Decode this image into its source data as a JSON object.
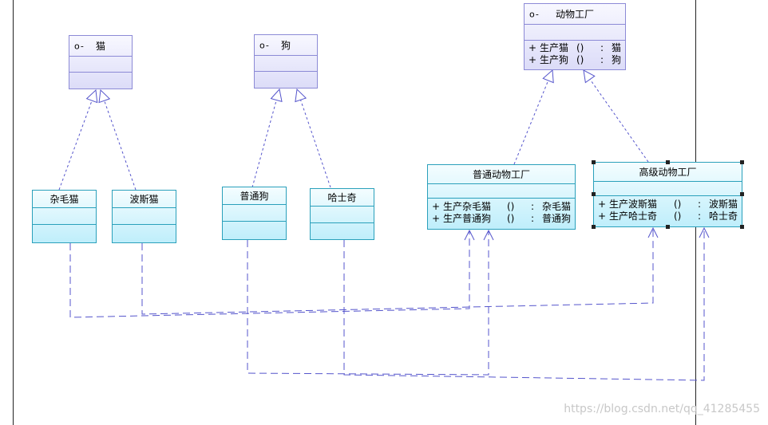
{
  "interfaces": {
    "cat": {
      "stereotype": "o-",
      "name": "猫"
    },
    "dog": {
      "stereotype": "o-",
      "name": "狗"
    },
    "factory": {
      "stereotype": "o-",
      "name": "动物工厂",
      "operations": [
        {
          "vis": "+",
          "name": "生产猫",
          "params": "()",
          "sep": ":",
          "ret": "猫"
        },
        {
          "vis": "+",
          "name": "生产狗",
          "params": "()",
          "sep": ":",
          "ret": "狗"
        }
      ]
    }
  },
  "classes": {
    "mixed_cat": {
      "name": "杂毛猫"
    },
    "persian_cat": {
      "name": "波斯猫"
    },
    "common_dog": {
      "name": "普通狗"
    },
    "husky": {
      "name": "哈士奇"
    },
    "common_factory": {
      "name": "普通动物工厂",
      "operations": [
        {
          "vis": "+",
          "name": "生产杂毛猫",
          "params": "()",
          "sep": ":",
          "ret": "杂毛猫"
        },
        {
          "vis": "+",
          "name": "生产普通狗",
          "params": "()",
          "sep": ":",
          "ret": "普通狗"
        }
      ]
    },
    "premium_factory": {
      "name": "高级动物工厂",
      "operations": [
        {
          "vis": "+",
          "name": "生产波斯猫",
          "params": "()",
          "sep": ":",
          "ret": "波斯猫"
        },
        {
          "vis": "+",
          "name": "生产哈士奇",
          "params": "()",
          "sep": ":",
          "ret": "哈士奇"
        }
      ]
    }
  },
  "colors": {
    "interface_border": "#8c8ad6",
    "interface_fill": "#dcdcf8",
    "class_border": "#2aa0bb",
    "class_fill": "#bfeefb",
    "connector": "#5555cc"
  },
  "watermark": "https://blog.csdn.net/qq_41285455"
}
